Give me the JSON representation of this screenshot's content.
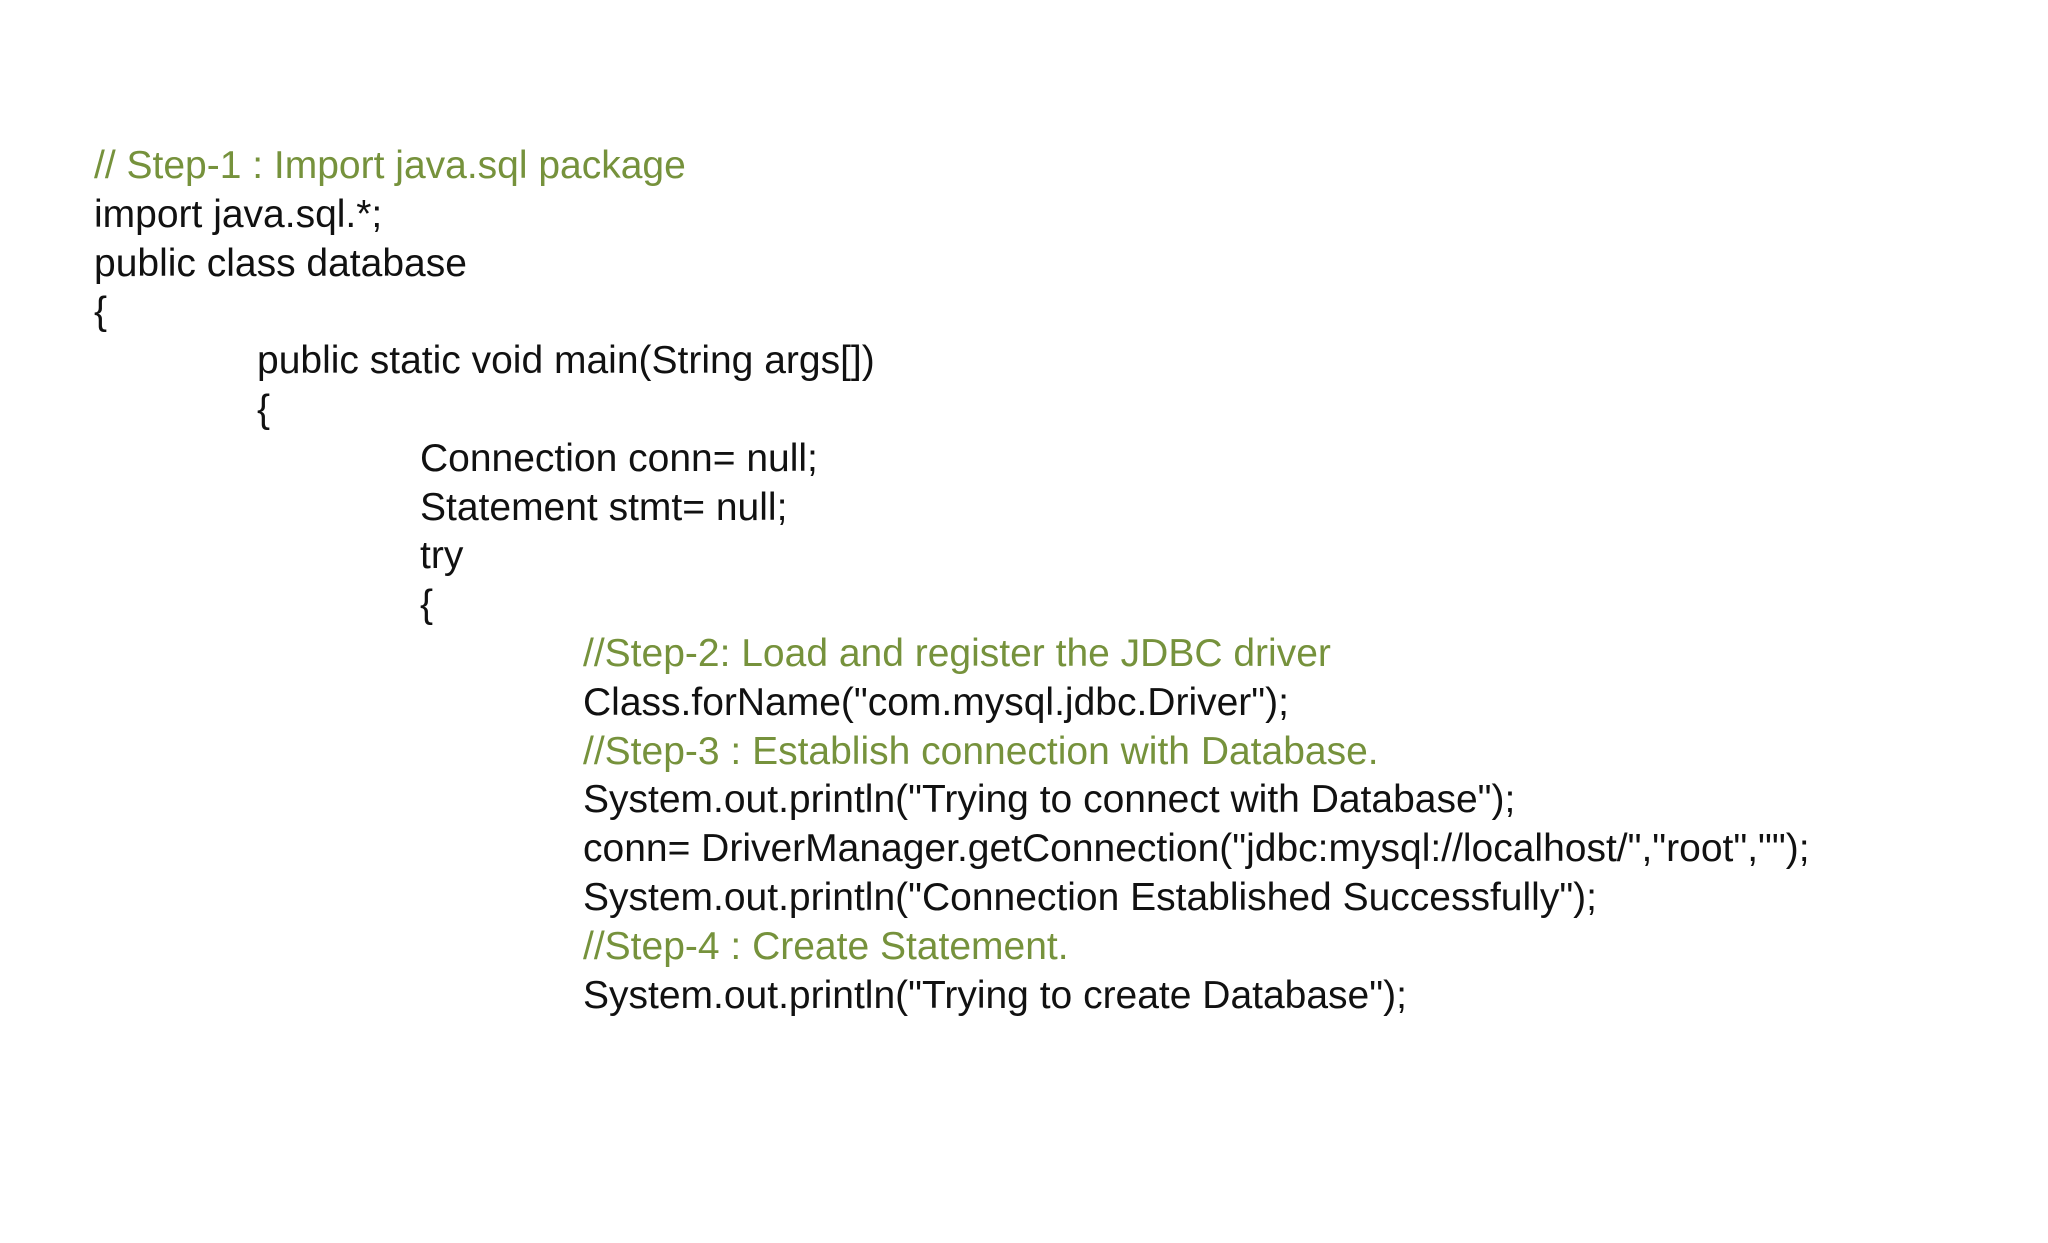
{
  "colors": {
    "comment": "#76923c",
    "code": "#111111",
    "background": "#ffffff"
  },
  "code_lines": [
    {
      "text": "// Step-1 : Import java.sql package",
      "indent": 0,
      "comment": true
    },
    {
      "text": "import java.sql.*;",
      "indent": 0,
      "comment": false
    },
    {
      "text": "public class database",
      "indent": 0,
      "comment": false
    },
    {
      "text": "{",
      "indent": 0,
      "comment": false
    },
    {
      "text": "public static void main(String args[])",
      "indent": 1,
      "comment": false
    },
    {
      "text": "{",
      "indent": 1,
      "comment": false
    },
    {
      "text": "Connection conn= null;",
      "indent": 2,
      "comment": false
    },
    {
      "text": "Statement stmt= null;",
      "indent": 2,
      "comment": false
    },
    {
      "text": "try",
      "indent": 2,
      "comment": false
    },
    {
      "text": "{",
      "indent": 2,
      "comment": false
    },
    {
      "text": "//Step-2: Load and register the JDBC driver",
      "indent": 3,
      "comment": true
    },
    {
      "text": "Class.forName(\"com.mysql.jdbc.Driver\");",
      "indent": 3,
      "comment": false
    },
    {
      "text": "//Step-3 : Establish connection with Database.",
      "indent": 3,
      "comment": true
    },
    {
      "text": "System.out.println(\"Trying to connect with Database\");",
      "indent": 3,
      "comment": false
    },
    {
      "text": "conn= DriverManager.getConnection(\"jdbc:mysql://localhost/\",\"root\",\"\");",
      "indent": 3,
      "comment": false
    },
    {
      "text": "System.out.println(\"Connection Established Successfully\");",
      "indent": 3,
      "comment": false
    },
    {
      "text": "//Step-4 : Create Statement.",
      "indent": 3,
      "comment": true
    },
    {
      "text": "System.out.println(\"Trying to create Database\");",
      "indent": 3,
      "comment": false
    }
  ]
}
